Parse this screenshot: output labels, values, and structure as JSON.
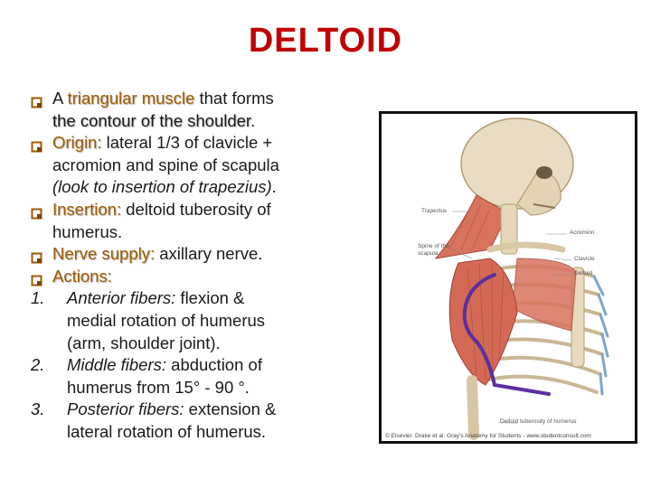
{
  "title": "DELTOID",
  "bullets": [
    {
      "segments": [
        {
          "t": "A ",
          "s": "plain"
        },
        {
          "t": "triangular muscle",
          "s": "accent"
        },
        {
          "t": " that forms",
          "s": "plain"
        }
      ],
      "second_line": [
        {
          "t": "the contour of the shoulder",
          "s": "shadow"
        },
        {
          "t": ".",
          "s": "plain"
        }
      ]
    },
    {
      "segments": [
        {
          "t": "Origin:",
          "s": "accent"
        },
        {
          "t": " lateral 1/3 of clavicle +",
          "s": "plain"
        }
      ],
      "second_line": [
        {
          "t": "acromion and spine of scapula",
          "s": "plain"
        }
      ],
      "third_line": [
        {
          "t": "(look to insertion of trapezius)",
          "s": "it"
        },
        {
          "t": ".",
          "s": "plain"
        }
      ]
    },
    {
      "segments": [
        {
          "t": "Insertion:",
          "s": "accent"
        },
        {
          "t": " deltoid tuberosity of",
          "s": "plain"
        }
      ],
      "second_line": [
        {
          "t": "humerus.",
          "s": "plain"
        }
      ]
    },
    {
      "segments": [
        {
          "t": "Nerve supply:",
          "s": "accent"
        },
        {
          "t": " axillary nerve.",
          "s": "plain"
        }
      ]
    },
    {
      "segments": [
        {
          "t": "Actions:",
          "s": "accent"
        }
      ]
    }
  ],
  "actions": [
    {
      "num": "1.",
      "lead": "Anterior fibers:",
      "rest": " flexion &",
      "lines": [
        "medial rotation of humerus",
        "(arm, shoulder joint)."
      ]
    },
    {
      "num": "2.",
      "lead": "Middle fibers:",
      "rest": " abduction of",
      "lines": [
        "humerus from 15° - 90 °."
      ]
    },
    {
      "num": "3.",
      "lead": "Posterior fibers:",
      "rest": " extension &",
      "lines": [
        "lateral rotation of humerus."
      ]
    }
  ],
  "figure": {
    "labels": {
      "trapezius": "Trapezius",
      "spine": "Spine of the scapula",
      "acromion": "Acromion",
      "clavicle": "Clavicle",
      "deltoid": "Deltoid",
      "tuberosity": "Deltoid tuberosity of humerus"
    },
    "caption": "© Elsevier. Drake et al: Gray's Anatomy for Students - www.studentconsult.com"
  },
  "colors": {
    "title": "#c00000",
    "accent": "#a05a00",
    "highlight": "#5b2fa0",
    "muscle": "#d9735e"
  }
}
